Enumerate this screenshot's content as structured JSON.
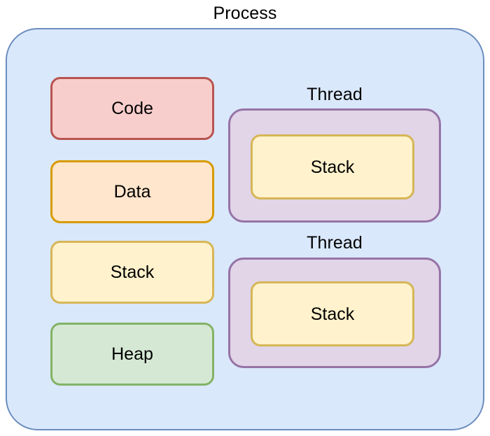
{
  "diagram": {
    "title": "Process",
    "type": "nested-block-diagram",
    "process": {
      "label": "Process",
      "fill_color": "#dae8fc",
      "border_color": "#6c8ebf",
      "memory_segments": [
        {
          "label": "Code",
          "fill_color": "#f8cecc",
          "border_color": "#b85450"
        },
        {
          "label": "Data",
          "fill_color": "#ffe6cc",
          "border_color": "#d79b00"
        },
        {
          "label": "Stack",
          "fill_color": "#fff2cc",
          "border_color": "#d6b656"
        },
        {
          "label": "Heap",
          "fill_color": "#d5e8d4",
          "border_color": "#82b366"
        }
      ],
      "threads": [
        {
          "label": "Thread",
          "fill_color": "#e1d5e7",
          "border_color": "#9673a6",
          "stack": {
            "label": "Stack",
            "fill_color": "#fff2cc",
            "border_color": "#d6b656"
          }
        },
        {
          "label": "Thread",
          "fill_color": "#e1d5e7",
          "border_color": "#9673a6",
          "stack": {
            "label": "Stack",
            "fill_color": "#fff2cc",
            "border_color": "#d6b656"
          }
        }
      ]
    }
  }
}
